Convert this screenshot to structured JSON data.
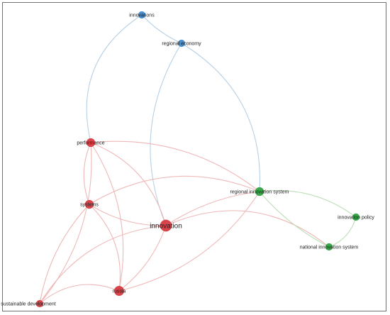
{
  "map": {
    "nodes": [
      {
        "id": "innovations",
        "label": "innovations",
        "cluster": "blue",
        "weight": 1
      },
      {
        "id": "regional-economy",
        "label": "regional economy",
        "cluster": "blue",
        "weight": 1
      },
      {
        "id": "performance",
        "label": "performance",
        "cluster": "red",
        "weight": 2
      },
      {
        "id": "systems",
        "label": "systems",
        "cluster": "red",
        "weight": 2
      },
      {
        "id": "innovation",
        "label": "innovation",
        "cluster": "red",
        "weight": 5
      },
      {
        "id": "russia",
        "label": "russia",
        "cluster": "red",
        "weight": 3
      },
      {
        "id": "sustainable-development",
        "label": "sustainable development",
        "cluster": "red",
        "weight": 1
      },
      {
        "id": "regional-innovation-system",
        "label": "regional innovation system",
        "cluster": "green",
        "weight": 2
      },
      {
        "id": "innovation-policy",
        "label": "innovation policy",
        "cluster": "green",
        "weight": 1
      },
      {
        "id": "national-innovation-system",
        "label": "national innovation system",
        "cluster": "green",
        "weight": 1
      }
    ],
    "links": [
      [
        "innovations",
        "regional-economy"
      ],
      [
        "innovations",
        "performance"
      ],
      [
        "regional-economy",
        "innovation"
      ],
      [
        "regional-economy",
        "regional-innovation-system"
      ],
      [
        "performance",
        "systems"
      ],
      [
        "performance",
        "innovation"
      ],
      [
        "performance",
        "russia"
      ],
      [
        "performance",
        "regional-innovation-system"
      ],
      [
        "systems",
        "innovation"
      ],
      [
        "systems",
        "russia"
      ],
      [
        "systems",
        "regional-innovation-system"
      ],
      [
        "innovation",
        "russia"
      ],
      [
        "innovation",
        "sustainable-development"
      ],
      [
        "innovation",
        "regional-innovation-system"
      ],
      [
        "innovation",
        "national-innovation-system"
      ],
      [
        "russia",
        "sustainable-development"
      ],
      [
        "russia",
        "regional-innovation-system"
      ],
      [
        "sustainable-development",
        "performance"
      ],
      [
        "sustainable-development",
        "systems"
      ],
      [
        "regional-innovation-system",
        "innovation-policy"
      ],
      [
        "regional-innovation-system",
        "national-innovation-system"
      ],
      [
        "national-innovation-system",
        "innovation-policy"
      ]
    ],
    "colors": {
      "red": "#d9434a",
      "green": "#3aa84a",
      "blue": "#4a8fd0"
    },
    "link_colors": {
      "red": "#eeb3b3",
      "green": "#b9dcb4",
      "blue": "#b3cde4"
    }
  }
}
